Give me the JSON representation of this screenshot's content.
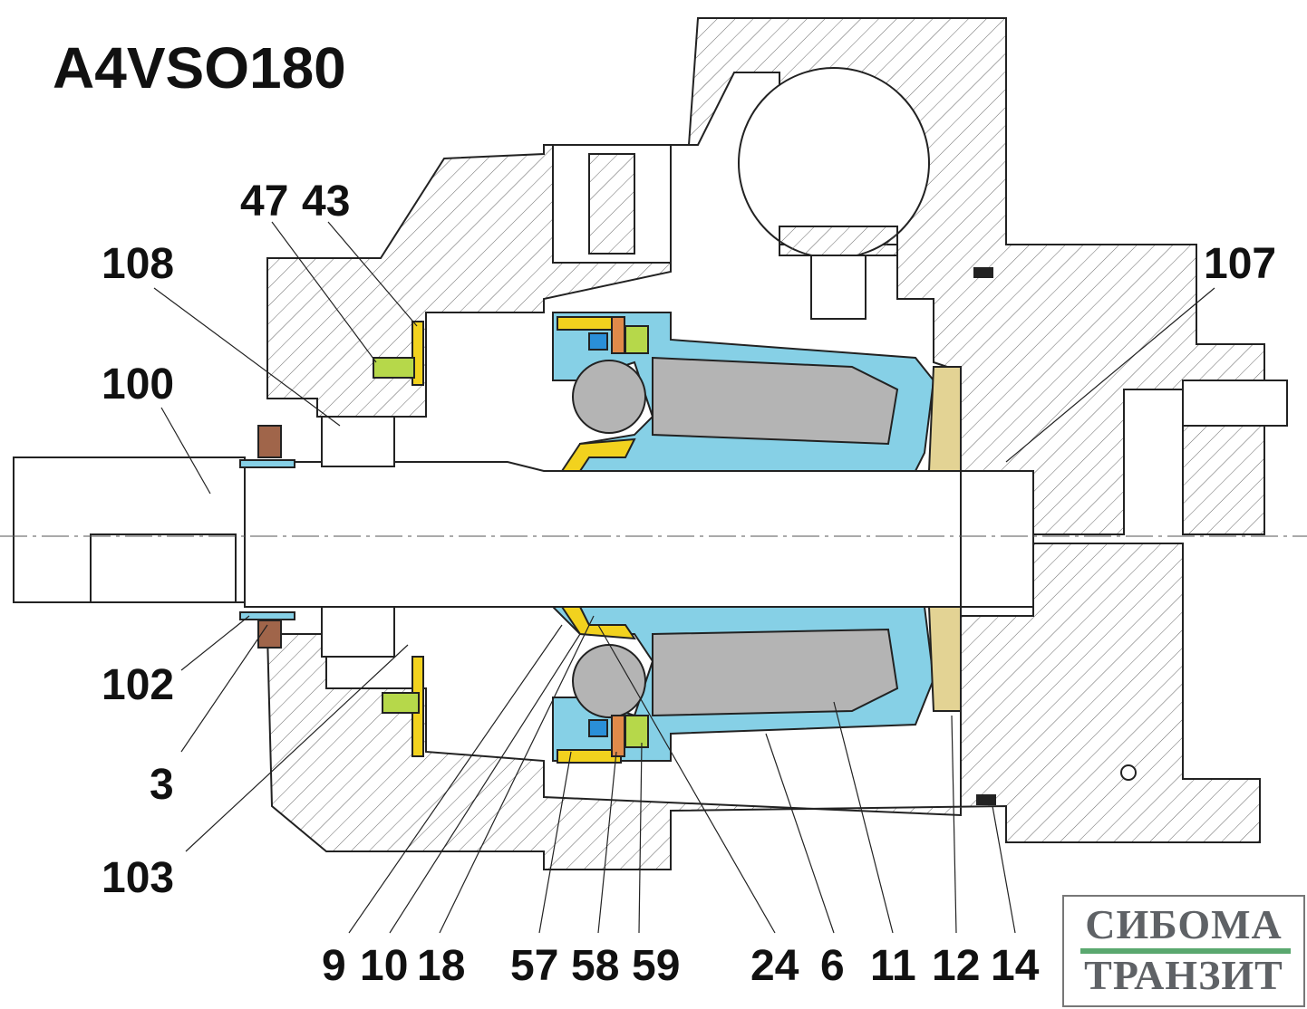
{
  "title": "A4VSO180",
  "labels": {
    "l47": "47",
    "l43": "43",
    "l108": "108",
    "l100": "100",
    "l107": "107",
    "l102": "102",
    "l3": "3",
    "l103": "103",
    "l9": "9",
    "l10": "10",
    "l18": "18",
    "l57": "57",
    "l58": "58",
    "l59": "59",
    "l24": "24",
    "l6": "6",
    "l11": "11",
    "l12": "12",
    "l14": "14"
  },
  "logo": {
    "line1": "СИБОМА",
    "line2": "ТРАНЗИТ",
    "bar_color": "#5aa86f"
  },
  "colors": {
    "cylinder": "#86d0e6",
    "piston": "#b4b4b4",
    "yellow": "#f2d21e",
    "orange": "#e08a4a",
    "green": "#b6d84a",
    "tan": "#e3d394",
    "seal": "#a0654a",
    "blue": "#2a8fd8"
  }
}
